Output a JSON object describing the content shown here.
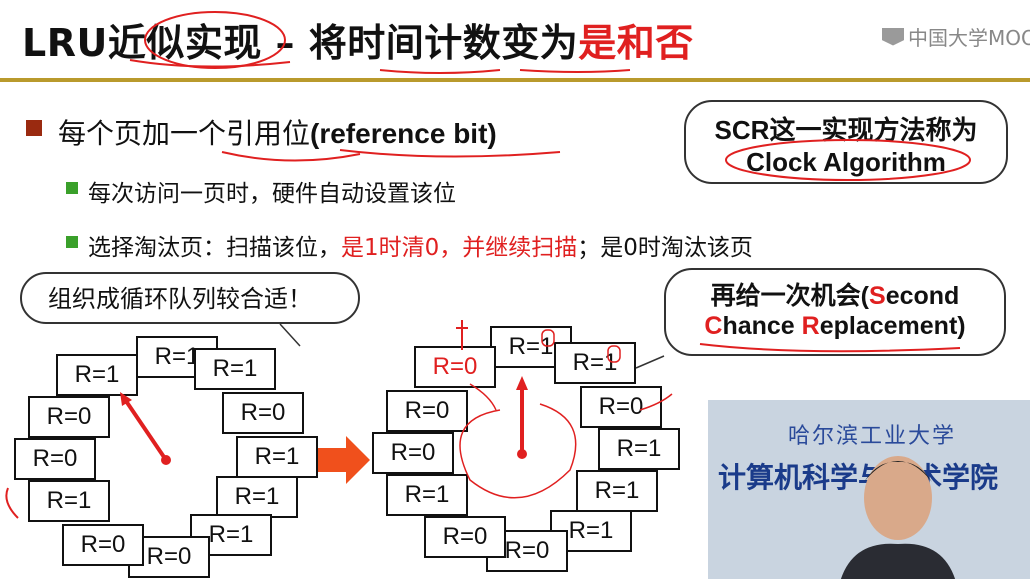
{
  "slide": {
    "title_prefix": "LRU近似实现 – 将时间计数变为",
    "title_highlight": "是和否",
    "watermark": "中国大学MOOC",
    "bullets": {
      "b1_pre": "每个页加一个引用位",
      "b1_bold": "(reference bit)",
      "b2": "每次访问一页时，硬件自动设置该位",
      "b3_pre": "选择淘汰页：扫描该位，",
      "b3_red": "是1时清0，并继续扫描",
      "b3_post": "；是0时淘汰该页"
    },
    "scr_box": {
      "line1": "SCR这一实现方法称为",
      "line2": "Clock Algorithm"
    },
    "org_box": "组织成循环队列较合适！",
    "sc_box": {
      "line1_pre": "再给一次机会(",
      "line1_S": "S",
      "line1_post": "econd",
      "line2_C": "C",
      "line2_mid": "hance ",
      "line2_R": "R",
      "line2_post": "eplacement)"
    },
    "video": {
      "banner_top": "哈尔滨工业大学",
      "banner": "计算机科学与技术学院"
    }
  },
  "clock_left": [
    {
      "label": "R=1"
    },
    {
      "label": "R=1"
    },
    {
      "label": "R=0"
    },
    {
      "label": "R=1"
    },
    {
      "label": "R=1"
    },
    {
      "label": "R=1"
    },
    {
      "label": "R=0"
    },
    {
      "label": "R=0"
    },
    {
      "label": "R=1"
    },
    {
      "label": "R=0"
    },
    {
      "label": "R=0"
    },
    {
      "label": "R=1"
    }
  ],
  "clock_right": [
    {
      "label": "R=1"
    },
    {
      "label": "R=1"
    },
    {
      "label": "R=0"
    },
    {
      "label": "R=1"
    },
    {
      "label": "R=1"
    },
    {
      "label": "R=1"
    },
    {
      "label": "R=0"
    },
    {
      "label": "R=0"
    },
    {
      "label": "R=1"
    },
    {
      "label": "R=0"
    },
    {
      "label": "R=0"
    },
    {
      "label": "R=0",
      "highlight": true
    }
  ],
  "colors": {
    "accent_red": "#e02020",
    "title_rule": "#b99a2c",
    "bullet_square": "#9a2a10",
    "bullet_small": "#3aa02a"
  }
}
